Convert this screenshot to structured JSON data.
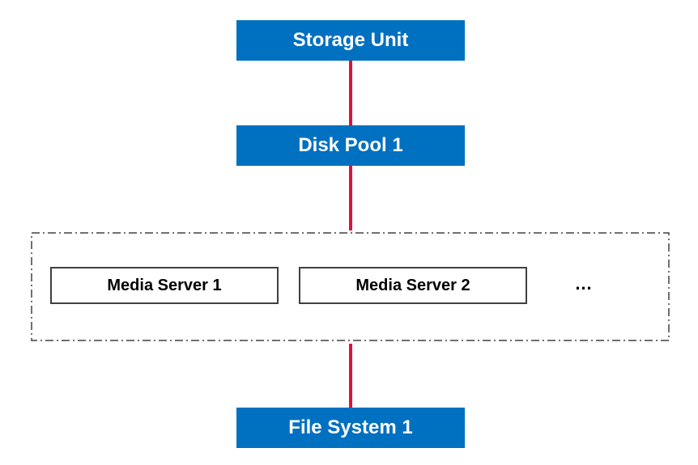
{
  "colors": {
    "box_fill": "#0070C0",
    "box_text": "#FFFFFF",
    "connector": "#E0103C",
    "group_border": "#404040"
  },
  "nodes": {
    "storage_unit": "Storage Unit",
    "disk_pool": "Disk Pool 1",
    "media_server_1": "Media Server 1",
    "media_server_2": "Media Server 2",
    "more": "…",
    "file_system": "File System 1"
  }
}
